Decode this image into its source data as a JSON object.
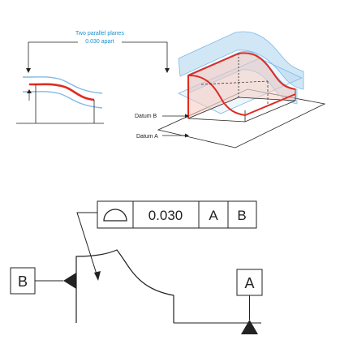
{
  "callout": {
    "line1": "Two parallel planes",
    "line2": "0.030 apart"
  },
  "labels": {
    "datum_b": "Datum B",
    "datum_a": "Datum A"
  },
  "fcf": {
    "symbol": "profile-of-a-surface-icon",
    "tolerance": "0.030",
    "datum_primary": "A",
    "datum_secondary": "B"
  },
  "datums": {
    "b": "B",
    "a": "A"
  },
  "colors": {
    "callout_blue": "#1b8fd1",
    "tolerance_zone": "#7fb9e6",
    "profile_red": "#e02b20",
    "face_fill": "#f6c9bd",
    "ink": "#222222"
  }
}
